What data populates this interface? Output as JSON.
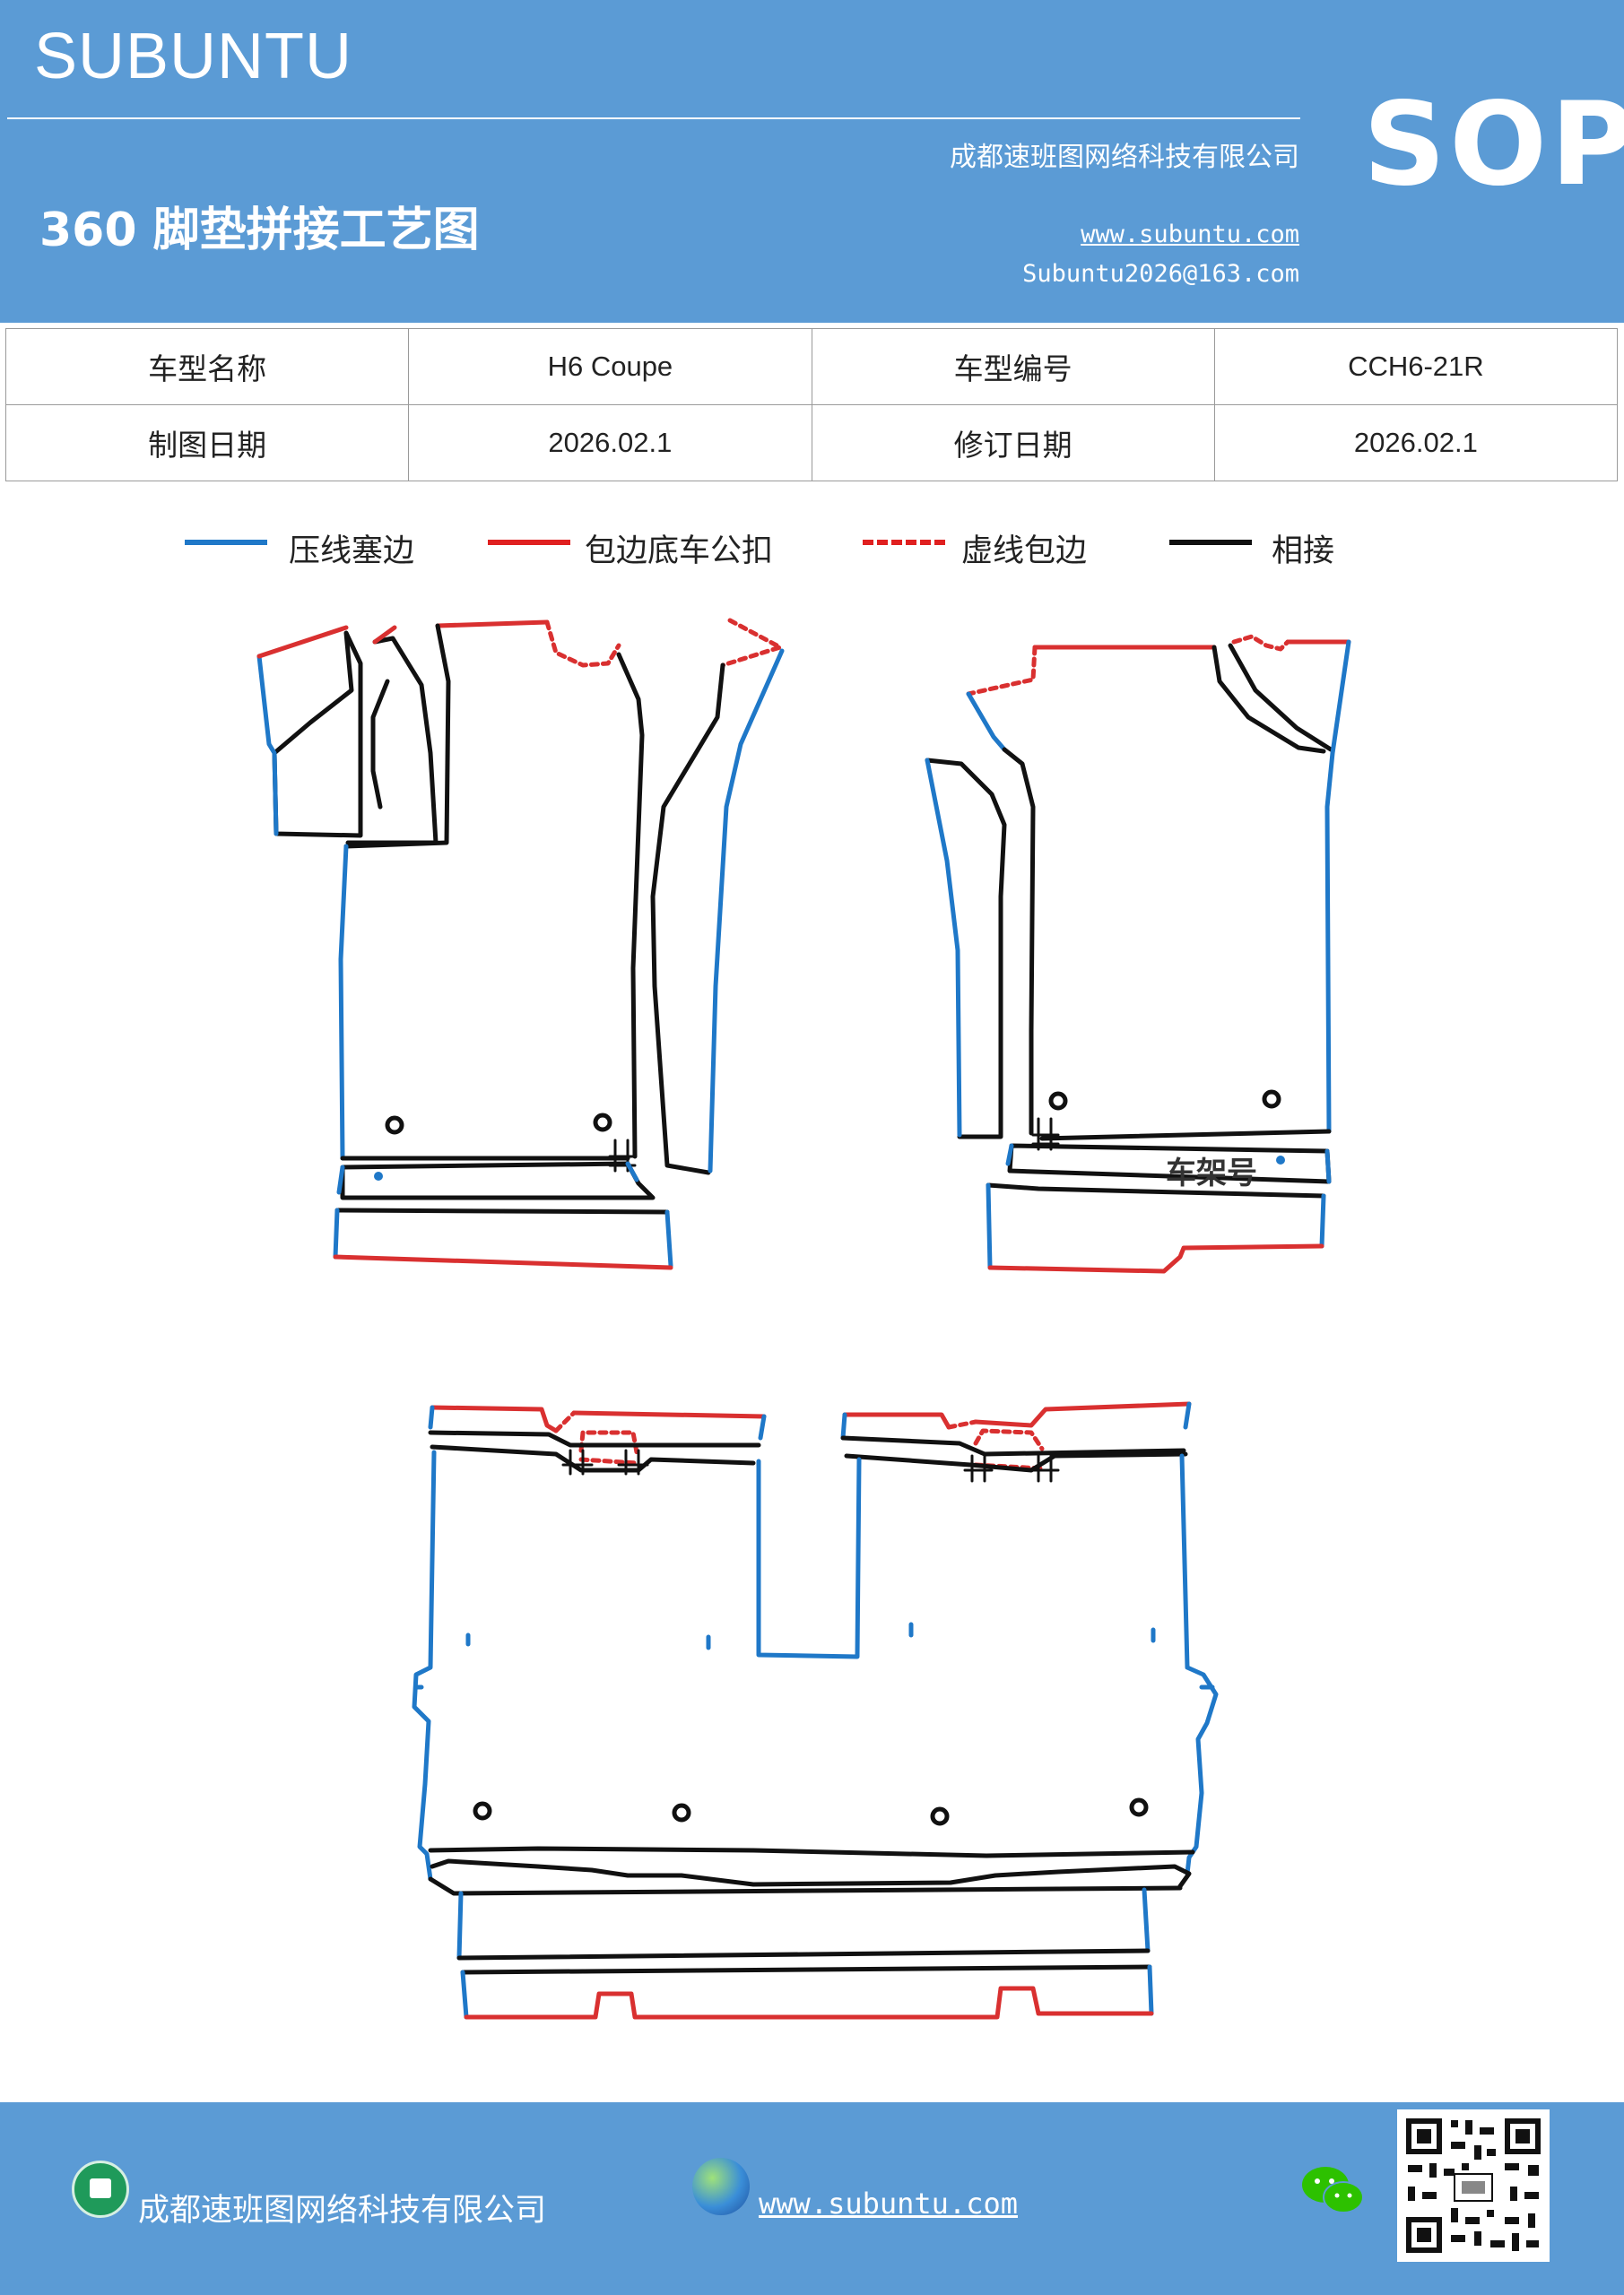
{
  "header": {
    "brand": "SUBUNTU",
    "company": "成都速班图网络科技有限公司",
    "website": "www.subuntu.com",
    "email": "Subuntu2026@163.com",
    "title": "360 脚垫拼接工艺图",
    "badge": "SOP"
  },
  "info": {
    "rows": [
      [
        {
          "label": "车型名称",
          "value": "H6 Coupe"
        },
        {
          "label": "车型编号",
          "value": "CCH6-21R"
        }
      ],
      [
        {
          "label": "制图日期",
          "value": "2026.02.1"
        },
        {
          "label": "修订日期",
          "value": "2026.02.1"
        }
      ]
    ]
  },
  "legend": {
    "items": [
      {
        "label": "压线塞边",
        "color": "#1f78c8",
        "style": "solid"
      },
      {
        "label": "包边底车公扣",
        "color": "#e02020",
        "style": "solid"
      },
      {
        "label": "虚线包边",
        "color": "#e02020",
        "style": "dashed"
      },
      {
        "label": "相接",
        "color": "#111111",
        "style": "solid"
      }
    ]
  },
  "diagram": {
    "frame_label": "车架号",
    "colors": {
      "press": "#1f78c8",
      "wrap": "#d93030",
      "join": "#111111"
    }
  },
  "footer": {
    "company": "成都速班图网络科技有限公司",
    "website": "www.subuntu.com",
    "icons": [
      "company-icon",
      "globe-icon",
      "wechat-icon",
      "qr-code"
    ]
  }
}
